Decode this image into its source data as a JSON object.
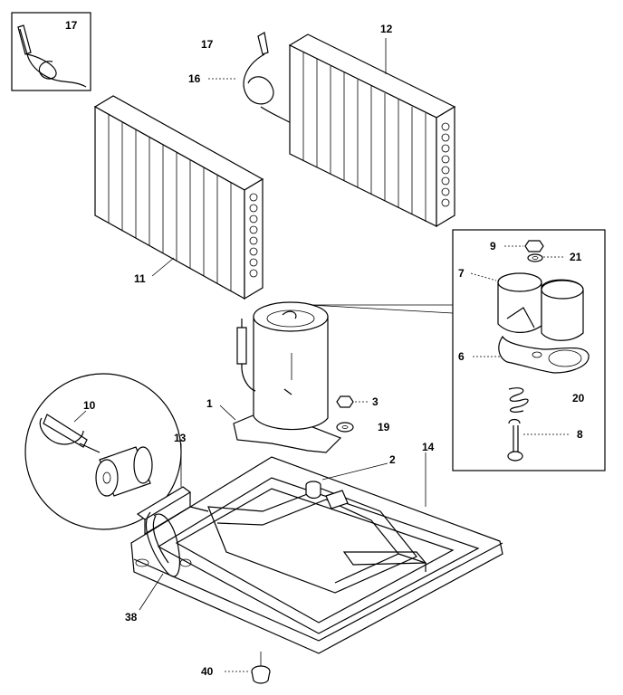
{
  "callouts": {
    "c17_inset": "17",
    "c17": "17",
    "c16": "16",
    "c12": "12",
    "c11": "11",
    "c9": "9",
    "c21": "21",
    "c7": "7",
    "c6": "6",
    "c20": "20",
    "c8": "8",
    "c1": "1",
    "c3": "3",
    "c19": "19",
    "c10": "10",
    "c13": "13",
    "c14": "14",
    "c2": "2",
    "c38": "38",
    "c40": "40"
  }
}
